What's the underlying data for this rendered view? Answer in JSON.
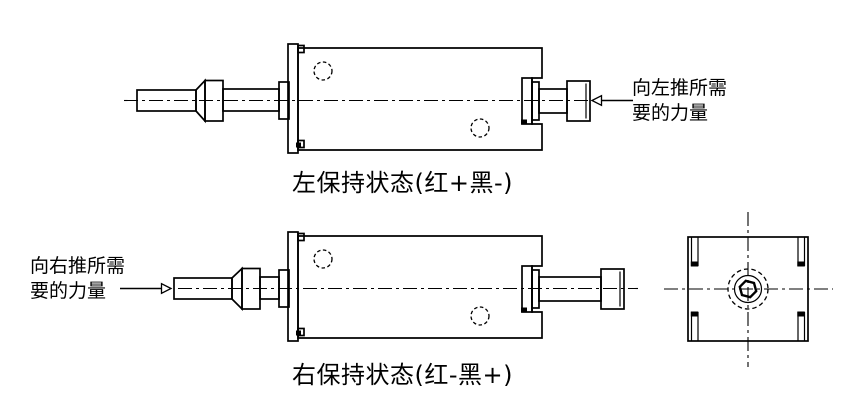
{
  "page": {
    "background_color": "#ffffff",
    "line_color": "#000000"
  },
  "views": {
    "left_hold": {
      "caption": "左保持状态(红+黑-)",
      "annotation_line1": "向左推所需",
      "annotation_line2": "要的力量"
    },
    "right_hold": {
      "caption": "右保持状态(红-黑+)",
      "annotation_line1": "向右推所需",
      "annotation_line2": "要的力量"
    }
  }
}
